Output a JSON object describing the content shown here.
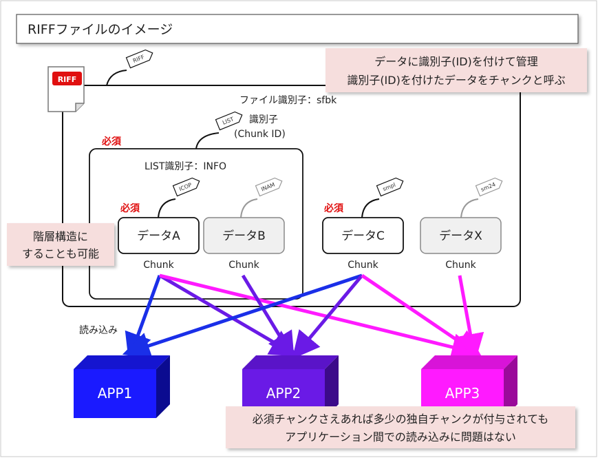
{
  "title": "RIFFファイルのイメージ",
  "riff_badge": "RIFF",
  "tags": {
    "riff": "RIFF",
    "list": "LIST",
    "icop": "ICOP",
    "inam": "INAM",
    "smpl": "smpl",
    "sm24": "sm24"
  },
  "file_id_label": "ファイル識別子：sfbk",
  "chunk_id_label_1": "識別子",
  "chunk_id_label_2": "(Chunk ID)",
  "list_id_label": "LIST識別子：INFO",
  "required_label": "必須",
  "chunk_label": "Chunk",
  "chunks": [
    {
      "label": "データA"
    },
    {
      "label": "データB"
    },
    {
      "label": "データC"
    },
    {
      "label": "データX"
    }
  ],
  "read_label": "読み込み",
  "apps": [
    {
      "label": "APP1",
      "color": "#1a1aff"
    },
    {
      "label": "APP2",
      "color": "#6a1ae6"
    },
    {
      "label": "APP3",
      "color": "#ff1aff"
    }
  ],
  "callouts": {
    "top_line1": "データに識別子(ID)を付けて管理",
    "top_line2": "識別子(ID)を付けたデータをチャンクと呼ぶ",
    "left_line1": "階層構造に",
    "left_line2": "することも可能",
    "bottom_line1": "必須チャンクさえあれば多少の独自チャンクが付与されても",
    "bottom_line2": "アプリケーション間での読み込みに問題はない"
  },
  "colors": {
    "arrow_blue": "#1a2fe8",
    "arrow_purple": "#6a1ae6",
    "arrow_magenta": "#ff1aff",
    "callout_fill": "#f6dedd",
    "required": "#e01010"
  }
}
